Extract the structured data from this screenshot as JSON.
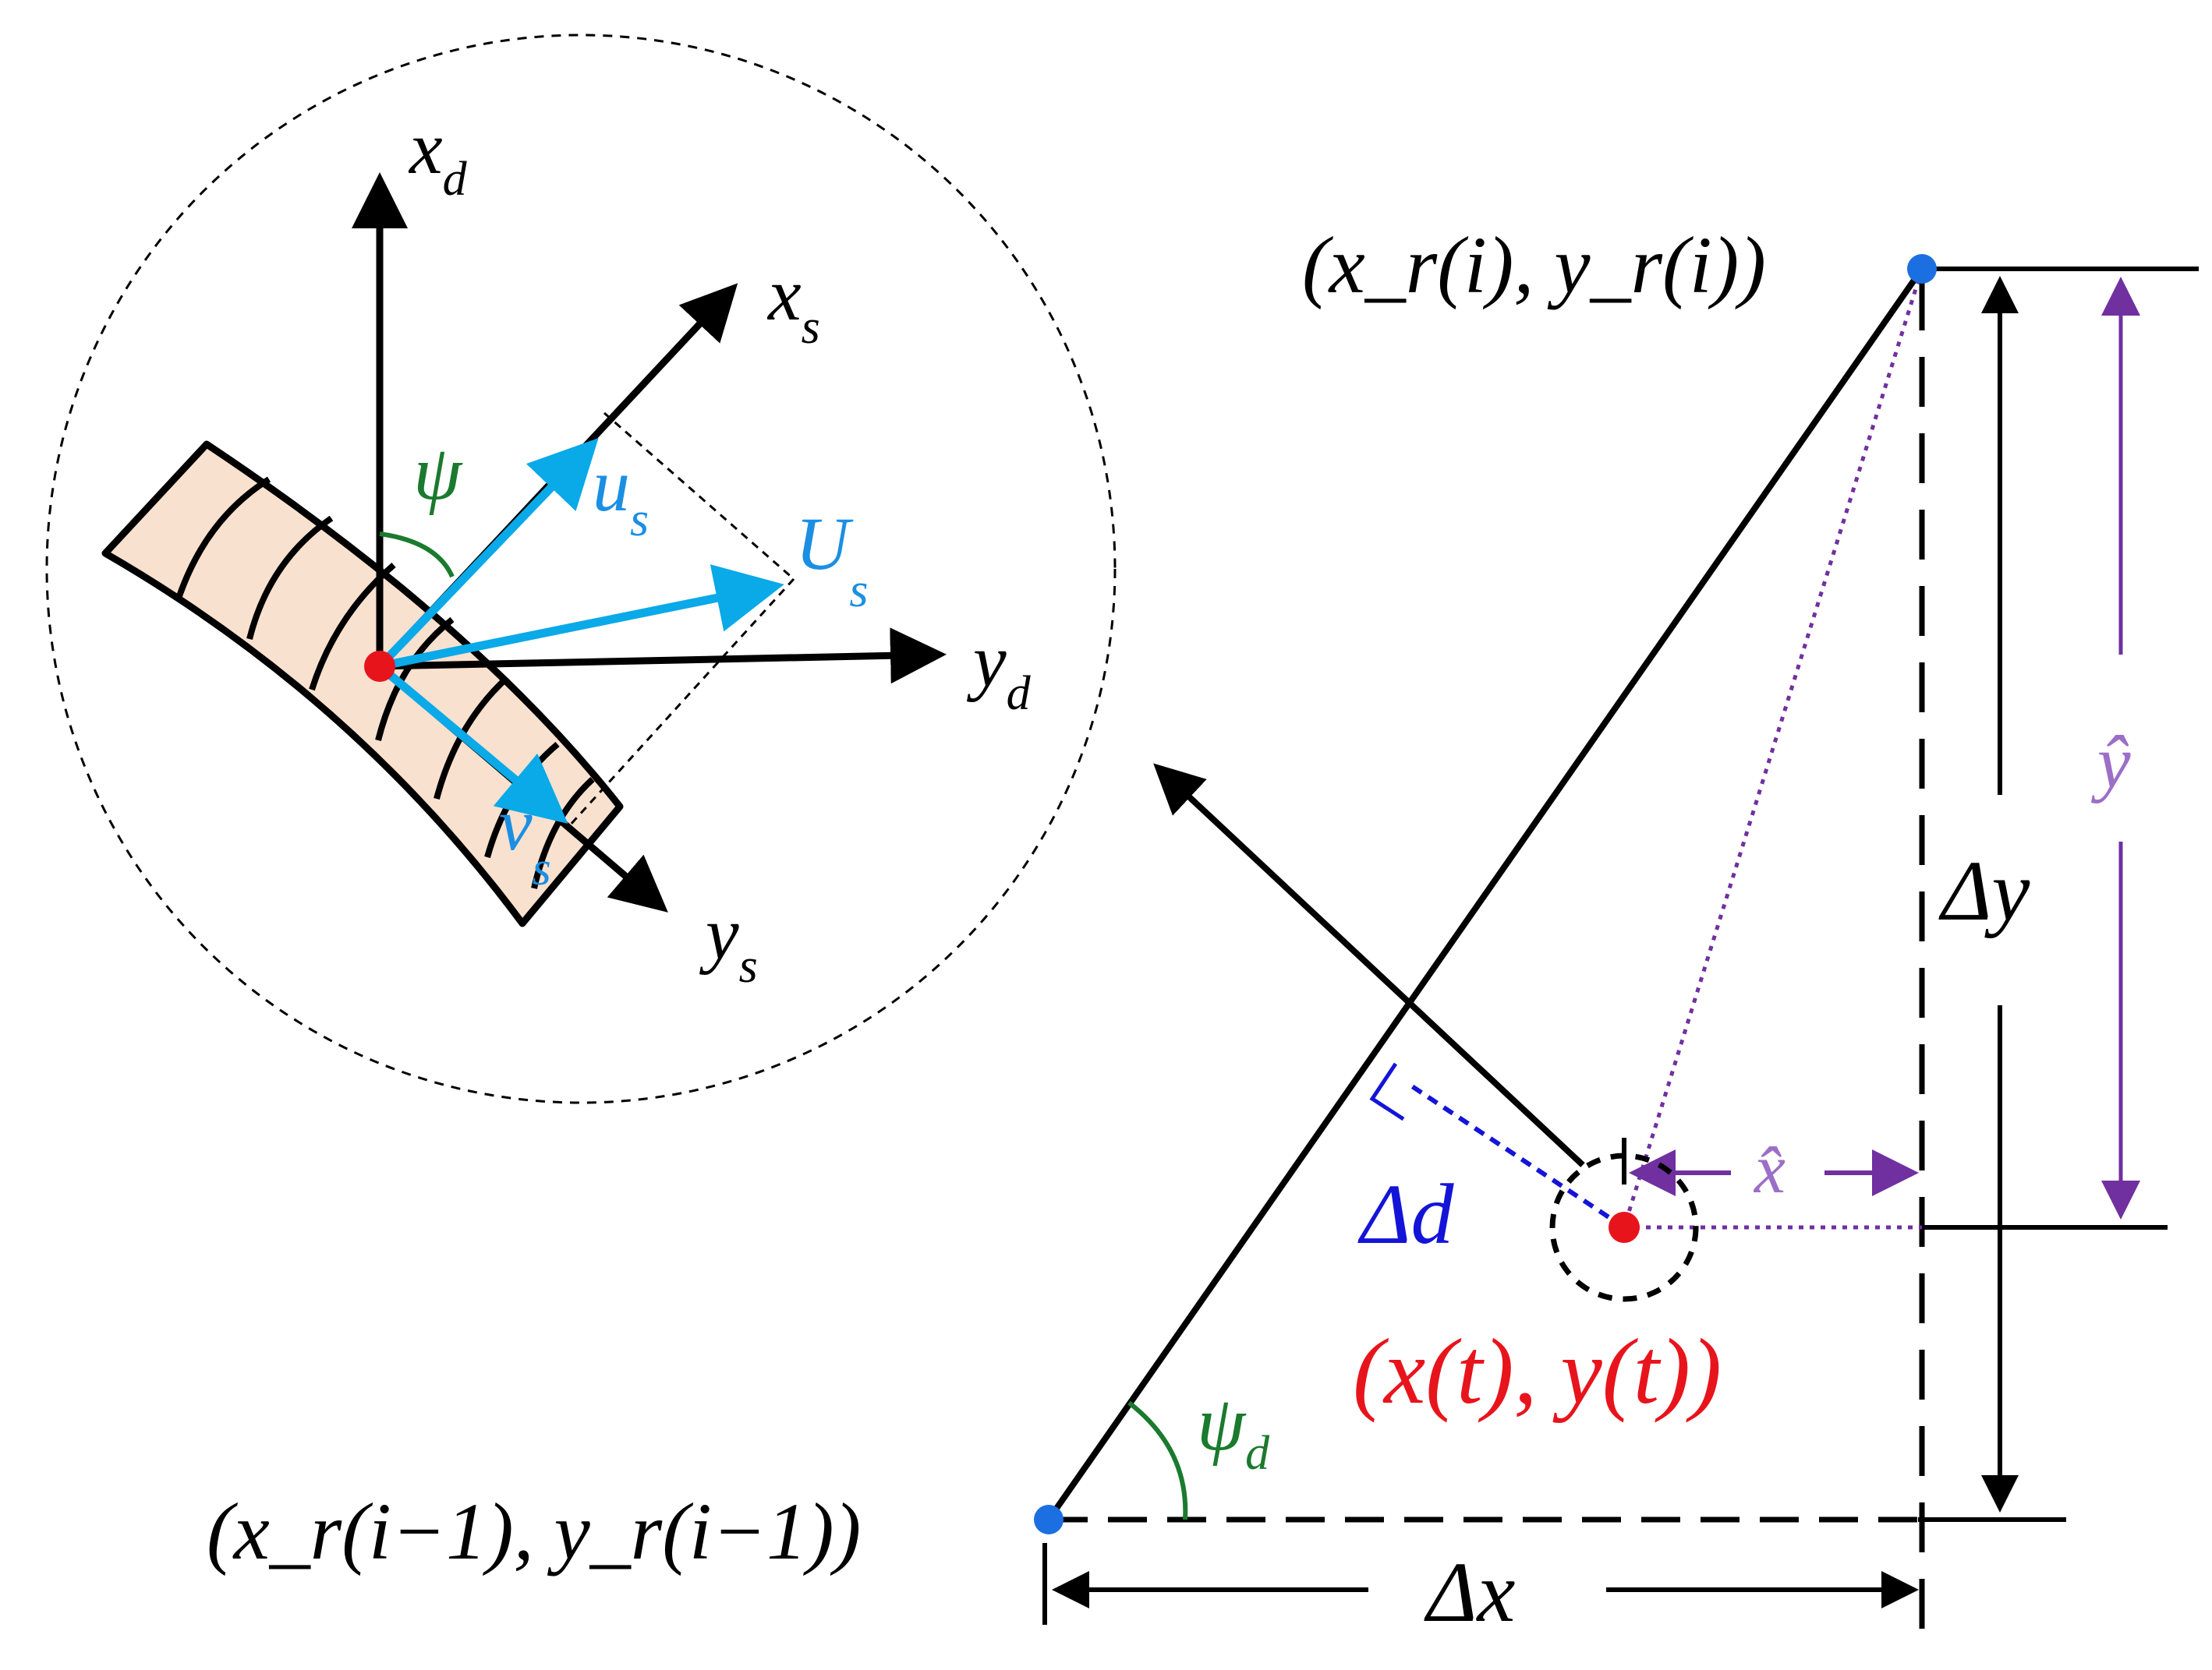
{
  "colors": {
    "black": "#000000",
    "cyan": "#0aa9e8",
    "label_blue": "#1b8fe3",
    "green": "#1a7a2e",
    "red": "#e8141c",
    "purple": "#7030a0",
    "dim_purple": "#9c6fc7",
    "dark_blue": "#1414d8",
    "point_blue": "#1c6fe0",
    "tire_fill": "#f9e1cf"
  },
  "inset": {
    "labels": {
      "xd": {
        "main": "x",
        "sub": "d"
      },
      "xs": {
        "main": "x",
        "sub": "s"
      },
      "yd": {
        "main": "y",
        "sub": "d"
      },
      "ys": {
        "main": "y",
        "sub": "s"
      },
      "us": {
        "main": "u",
        "sub": "s"
      },
      "Us": {
        "main": "U",
        "sub": "s"
      },
      "vs": {
        "main": "v",
        "sub": "s"
      },
      "psi": {
        "main": "ψ"
      }
    }
  },
  "main": {
    "labels": {
      "point_i": "(x_r(i), y_r(i))",
      "point_i_minus_1": "(x_r(i−1), y_r(i−1))",
      "point_t": "(x(t), y(t))",
      "delta_d": "Δd",
      "delta_x": "Δx",
      "delta_y": "Δy",
      "x_hat": "x̂",
      "y_hat": "ŷ",
      "psi_d": {
        "main": "ψ",
        "sub": "d"
      }
    }
  }
}
